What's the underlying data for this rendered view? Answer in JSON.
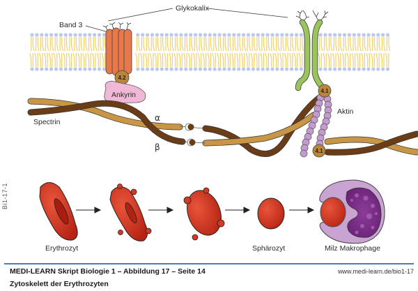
{
  "figure": {
    "labels": {
      "glycocalyx": "Glykokalix",
      "band3": "Band 3",
      "protein42": "4.2",
      "ankyrin": "Ankyrin",
      "spectrin": "Spectrin",
      "alpha": "α",
      "beta": "β",
      "protein41_top": "4.1",
      "protein41_bottom": "4.1",
      "actin": "Aktin"
    },
    "stages": [
      {
        "label": "Erythrozyt"
      },
      {
        "label": ""
      },
      {
        "label": ""
      },
      {
        "label": "Sphärozyt"
      },
      {
        "label": "Milz Makrophage"
      }
    ],
    "side_code": "Bi1-17-1"
  },
  "footer": {
    "title": "MEDI-LEARN Skript Biologie 1 – Abbildung 17 – Seite 14",
    "subtitle": "Zytoskelett der Erythrozyten",
    "url": "www.medi-learn.de/bio1-17"
  },
  "colors": {
    "lipid_head": "#b9c8ec",
    "lipid_tail": "#f2cf6a",
    "band3": "#e8784a",
    "glycophorin": "#9cc45c",
    "protein_ball": "#b8873c",
    "ankyrin": "#f0b8d6",
    "spectrin_alpha": "#c99645",
    "spectrin_beta": "#6b3d17",
    "actin": "#c49bd0",
    "rbc": "#d23a22",
    "macrophage": "#c9a3d2",
    "macrophage_nucleus": "#7a2f86",
    "rule": "#4d7bb7"
  }
}
